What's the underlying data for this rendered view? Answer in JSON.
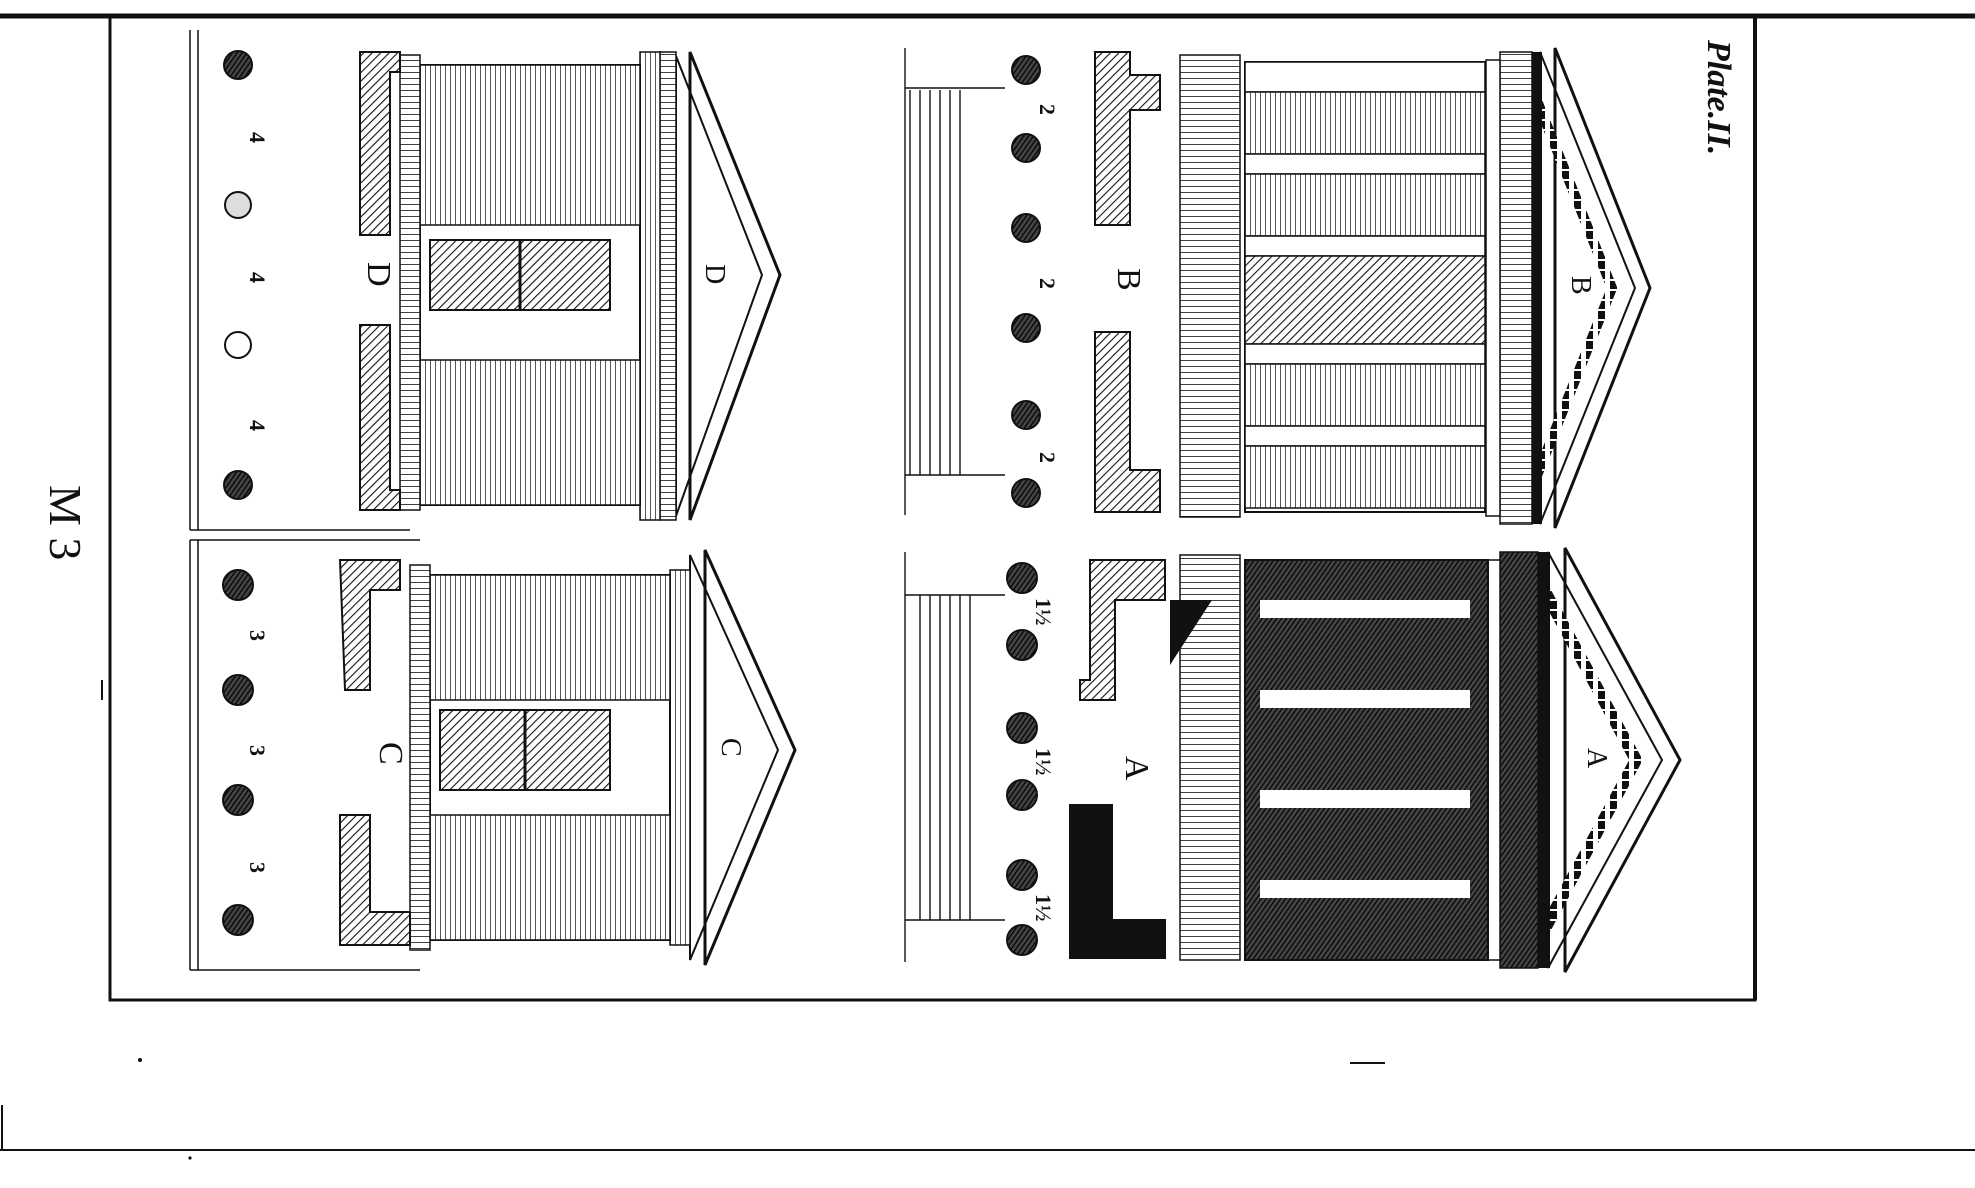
{
  "page": {
    "plate_title": "Plate.II.",
    "signature_mark": "M 3",
    "ink_color": "#111111",
    "paper_color": "#ffffff"
  },
  "panels": [
    {
      "id": "A",
      "pediment_label": "A",
      "plan_label": "A",
      "intercolumniation_labels": [
        "1½",
        "1½",
        "1½"
      ]
    },
    {
      "id": "B",
      "pediment_label": "B",
      "plan_label": "B",
      "intercolumniation_labels": [
        "2",
        "2",
        "2"
      ]
    },
    {
      "id": "C",
      "pediment_label": "C",
      "plan_label": "C",
      "intercolumniation_labels": [
        "3",
        "3",
        "3"
      ]
    },
    {
      "id": "D",
      "pediment_label": "D",
      "plan_label": "D",
      "intercolumniation_labels": [
        "4",
        "4",
        "4"
      ]
    }
  ]
}
